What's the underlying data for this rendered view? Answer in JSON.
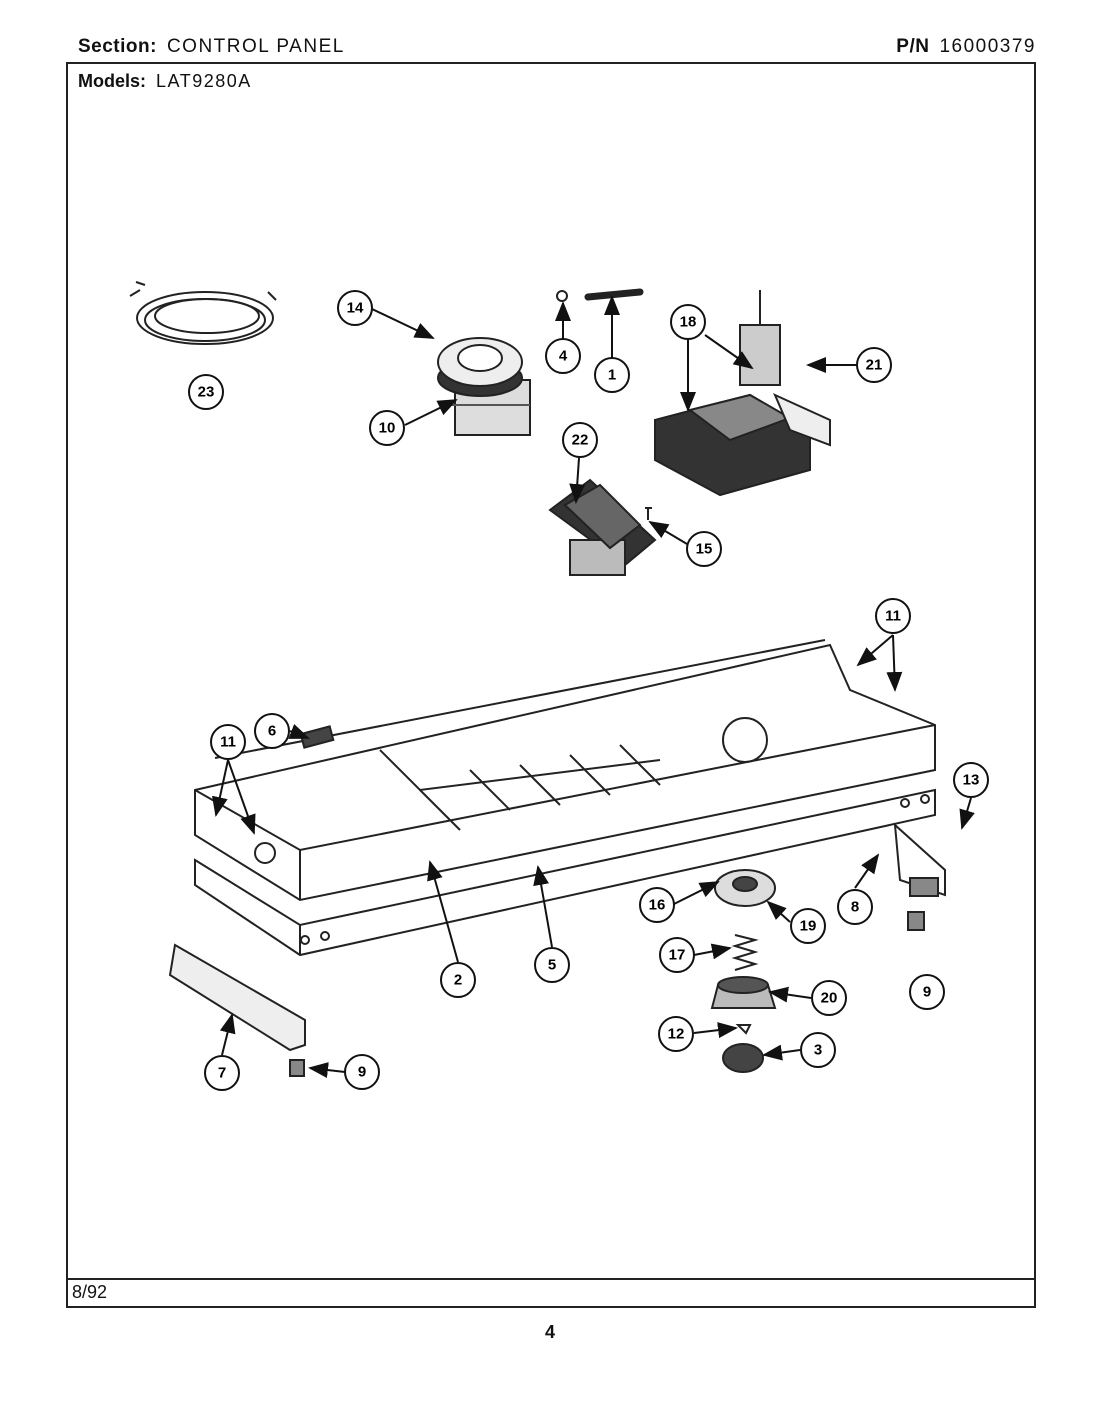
{
  "header": {
    "section_label": "Section:",
    "section_value": "CONTROL PANEL",
    "pn_label": "P/N",
    "pn_value": "16000379"
  },
  "models": {
    "label": "Models:",
    "value": "LAT9280A"
  },
  "footer": {
    "date": "8/92",
    "page_number": "4"
  },
  "callouts": {
    "c1": "1",
    "c2": "2",
    "c3": "3",
    "c4": "4",
    "c5": "5",
    "c6": "6",
    "c7": "7",
    "c8": "8",
    "c9a": "9",
    "c9b": "9",
    "c10": "10",
    "c11a": "11",
    "c11b": "11",
    "c12": "12",
    "c13": "13",
    "c14": "14",
    "c15": "15",
    "c16": "16",
    "c17": "17",
    "c18": "18",
    "c19": "19",
    "c20": "20",
    "c21": "21",
    "c22": "22",
    "c23": "23"
  }
}
